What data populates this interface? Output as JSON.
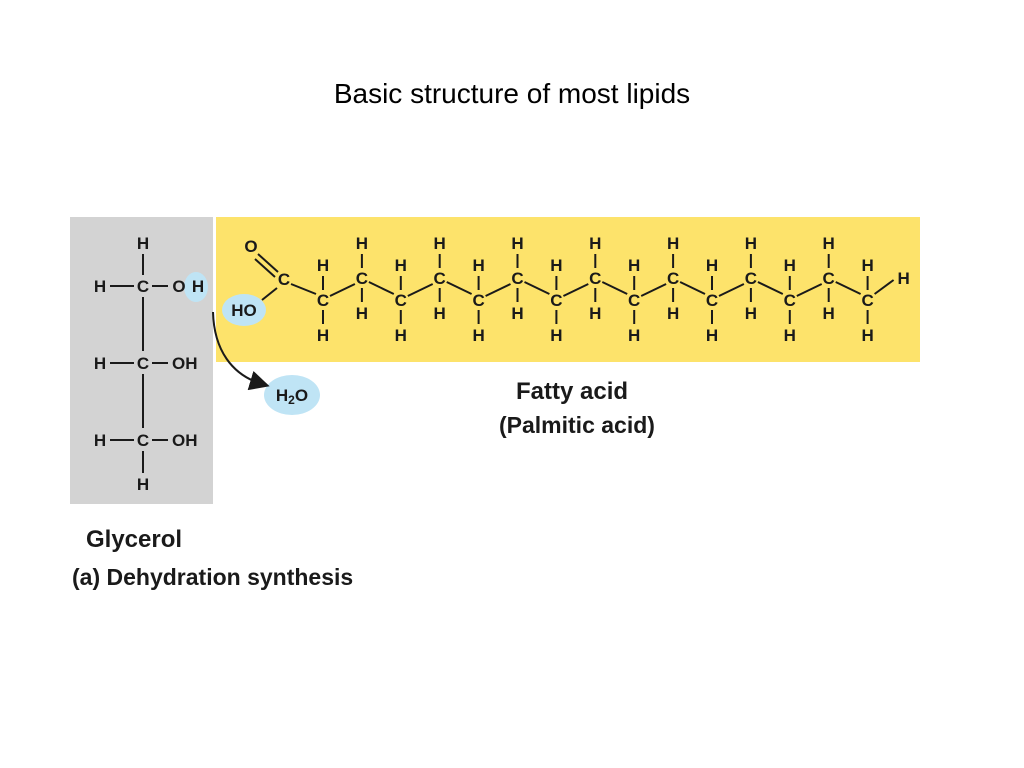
{
  "title": "Basic structure of most lipids",
  "colors": {
    "glycerol_panel": "#d3d3d3",
    "fatty_acid_panel": "#fde36b",
    "highlight": "#bfe4f5",
    "text": "#1a1a1a"
  },
  "atoms": {
    "H": "H",
    "C": "C",
    "O": "O",
    "OH": "OH",
    "HO": "HO"
  },
  "water": {
    "prefix": "H",
    "subscript": "2",
    "suffix": "O"
  },
  "labels": {
    "fatty_acid": "Fatty acid",
    "fatty_acid_name": "(Palmitic acid)",
    "glycerol": "Glycerol",
    "caption": "(a) Dehydration synthesis"
  },
  "icons": [
    "curved-arrow-icon"
  ],
  "fatty_acid_carbon_count": 16
}
